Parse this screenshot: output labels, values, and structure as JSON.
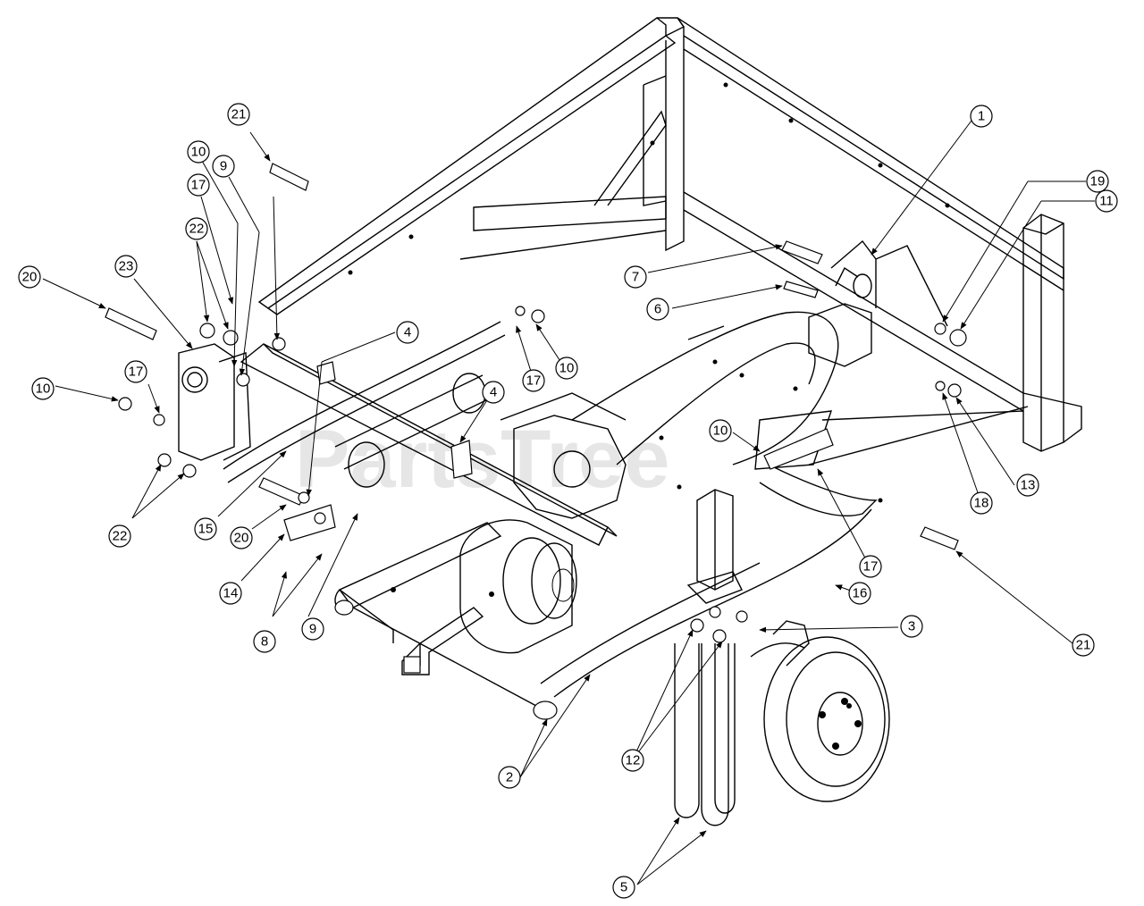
{
  "watermark": {
    "text": "PartsTree",
    "trademark": "™"
  },
  "callouts": [
    {
      "id": "c1",
      "label": "1"
    },
    {
      "id": "c19",
      "label": "19"
    },
    {
      "id": "c11",
      "label": "11"
    },
    {
      "id": "c21a",
      "label": "21"
    },
    {
      "id": "c10a",
      "label": "10"
    },
    {
      "id": "c9a",
      "label": "9"
    },
    {
      "id": "c17a",
      "label": "17"
    },
    {
      "id": "c22a",
      "label": "22"
    },
    {
      "id": "c20a",
      "label": "20"
    },
    {
      "id": "c23",
      "label": "23"
    },
    {
      "id": "c10b",
      "label": "10"
    },
    {
      "id": "c17b",
      "label": "17"
    },
    {
      "id": "c22b",
      "label": "22"
    },
    {
      "id": "c15",
      "label": "15"
    },
    {
      "id": "c20b",
      "label": "20"
    },
    {
      "id": "c14",
      "label": "14"
    },
    {
      "id": "c8",
      "label": "8"
    },
    {
      "id": "c9b",
      "label": "9"
    },
    {
      "id": "c4a",
      "label": "4"
    },
    {
      "id": "c4b",
      "label": "4"
    },
    {
      "id": "c17c",
      "label": "17"
    },
    {
      "id": "c10c",
      "label": "10"
    },
    {
      "id": "c7",
      "label": "7"
    },
    {
      "id": "c6",
      "label": "6"
    },
    {
      "id": "c10d",
      "label": "10"
    },
    {
      "id": "c18",
      "label": "18"
    },
    {
      "id": "c13",
      "label": "13"
    },
    {
      "id": "c17d",
      "label": "17"
    },
    {
      "id": "c16",
      "label": "16"
    },
    {
      "id": "c3",
      "label": "3"
    },
    {
      "id": "c21b",
      "label": "21"
    },
    {
      "id": "c12",
      "label": "12"
    },
    {
      "id": "c2",
      "label": "2"
    },
    {
      "id": "c5",
      "label": "5"
    }
  ]
}
